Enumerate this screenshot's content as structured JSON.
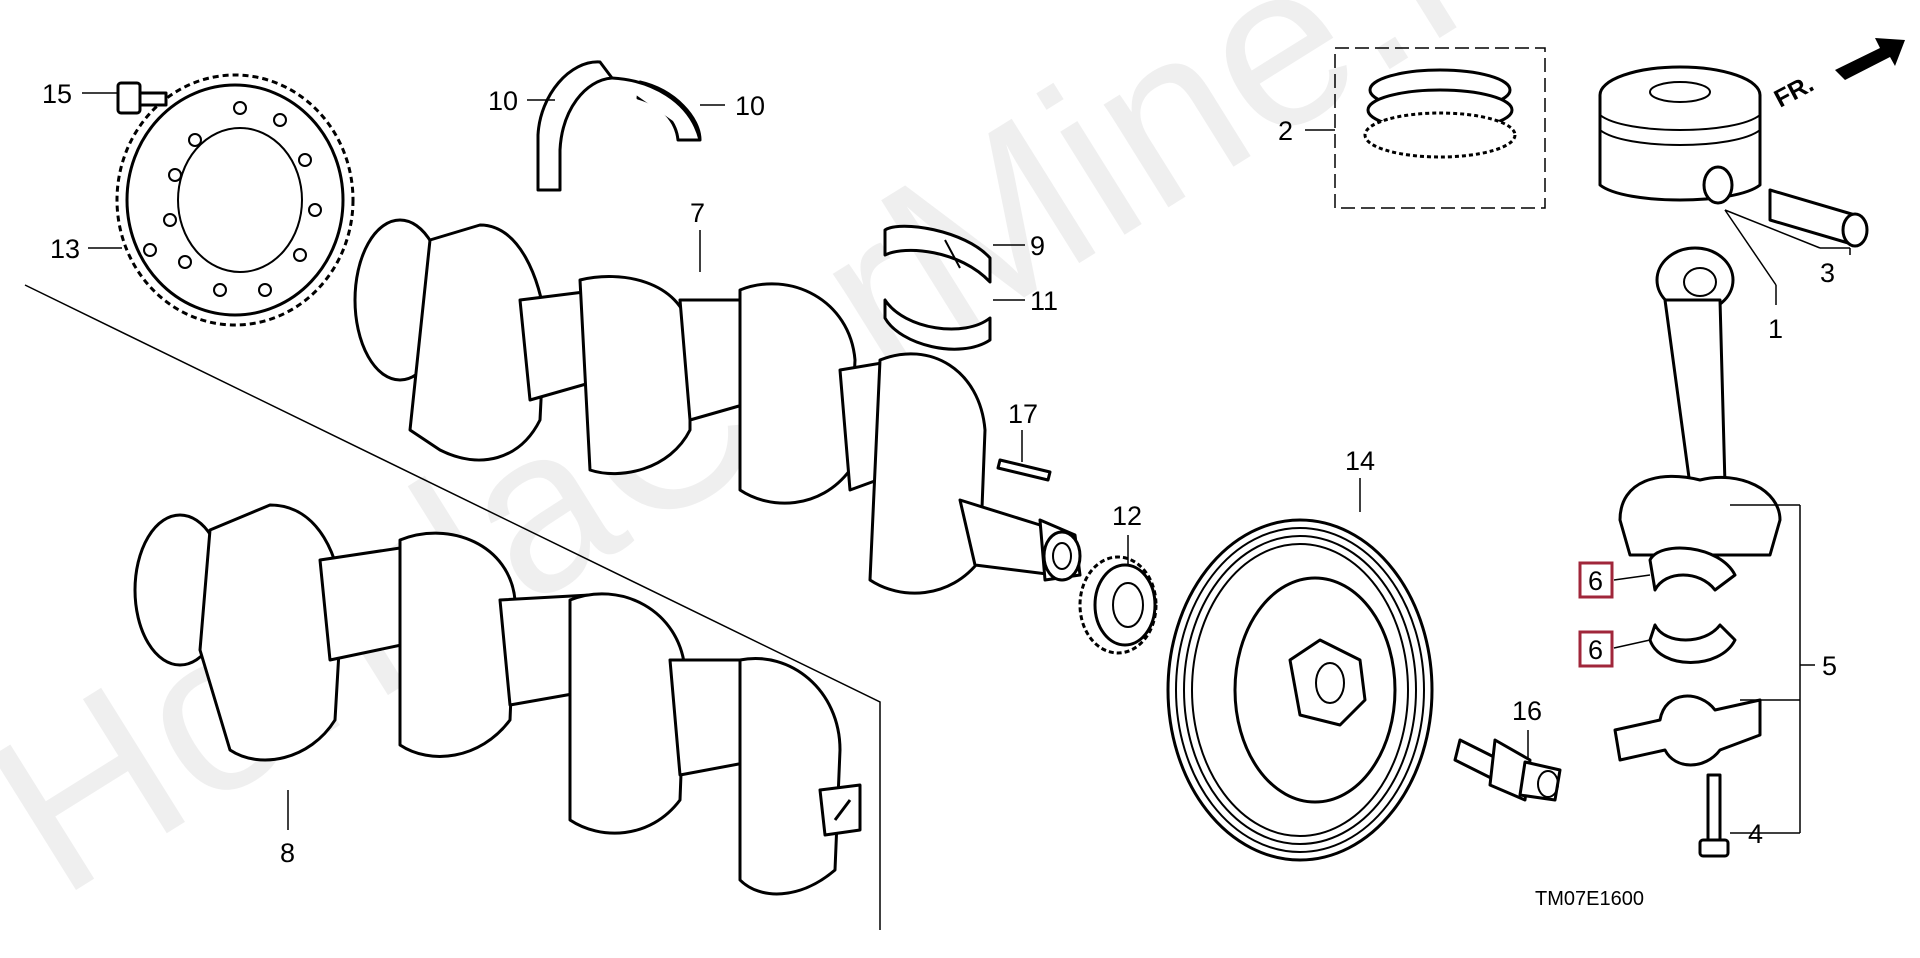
{
  "watermark": "HondaCarMine.ru",
  "diagram_code": "TM07E1600",
  "direction_label": "FR.",
  "colors": {
    "highlight": "#a0263a",
    "line": "#000000"
  },
  "callouts": {
    "c1": "1",
    "c2": "2",
    "c3": "3",
    "c4": "4",
    "c5": "5",
    "c6a": "6",
    "c6b": "6",
    "c7": "7",
    "c8": "8",
    "c9": "9",
    "c10a": "10",
    "c10b": "10",
    "c11": "11",
    "c12": "12",
    "c13": "13",
    "c14": "14",
    "c15": "15",
    "c16": "16",
    "c17": "17"
  }
}
